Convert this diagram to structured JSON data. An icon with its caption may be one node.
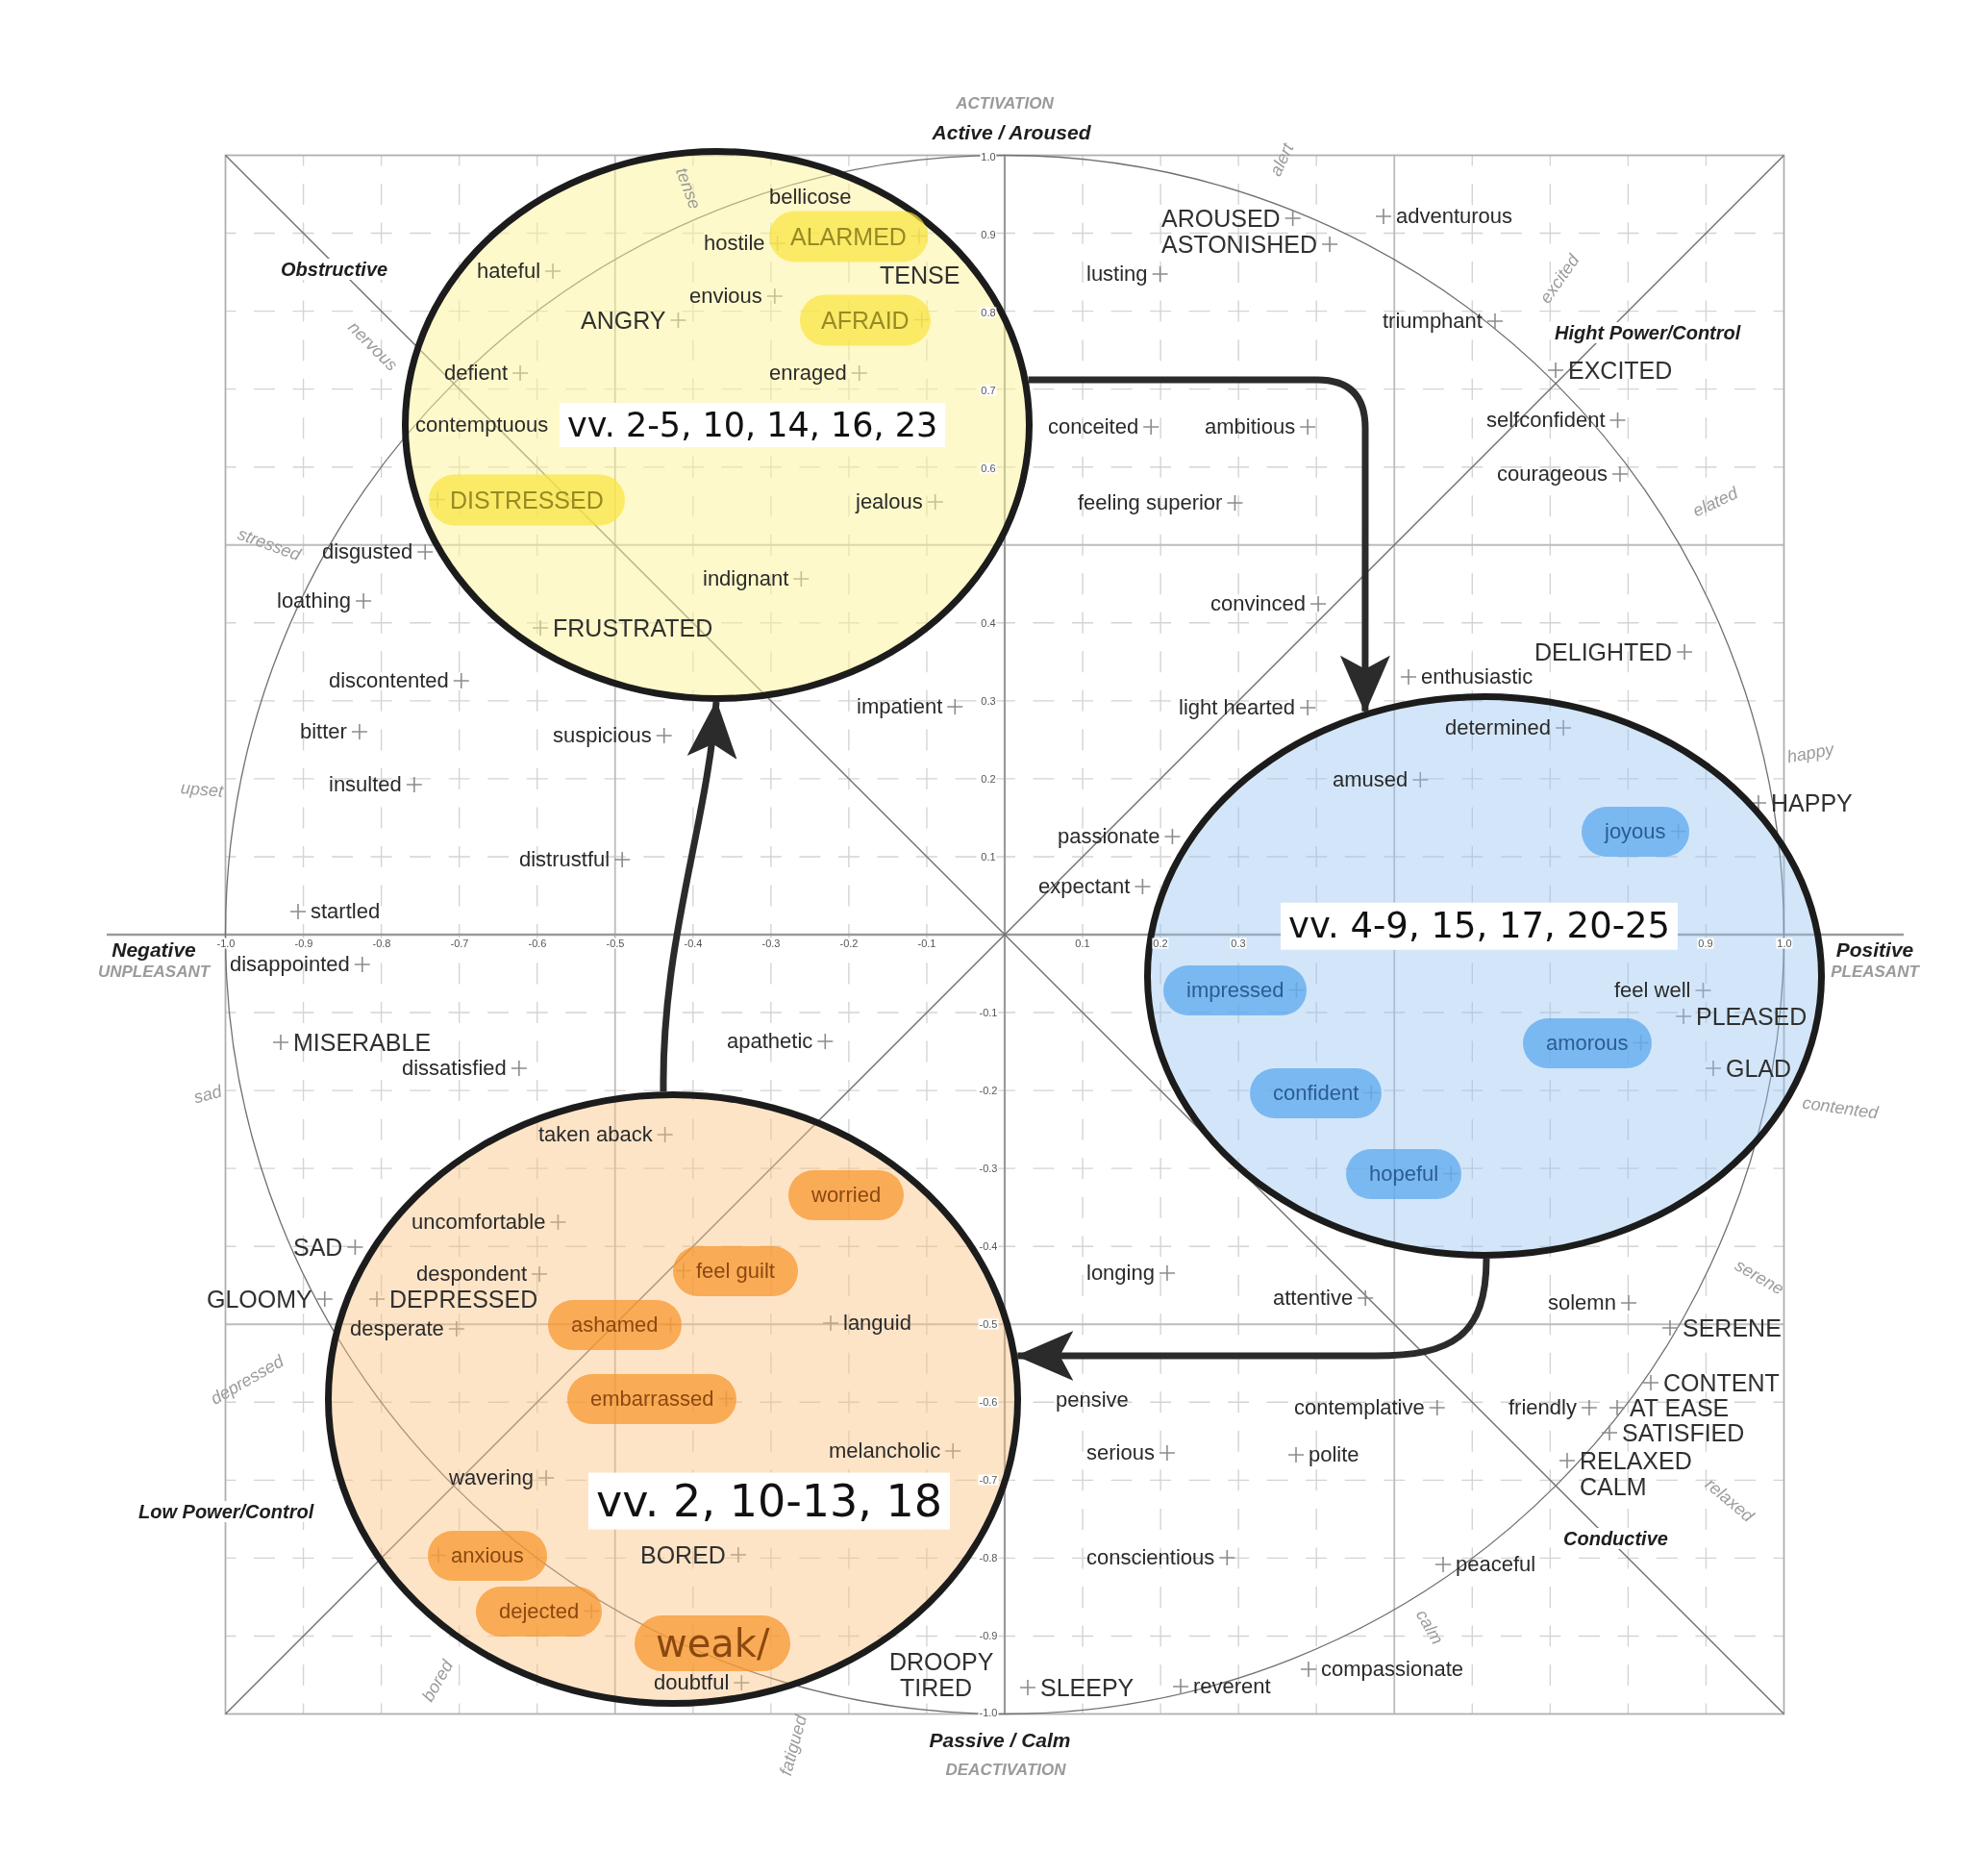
{
  "diagram": {
    "nodes": [
      {
        "text": [
          "vv. 2-5, 10, 14, 16, 23"
        ]
      },
      {
        "text": [
          "ALARMED"
        ],
        "in": 0
      },
      {
        "text": [
          "AFRAID"
        ],
        "in": 0
      },
      {
        "text": [
          "DISTRESSED"
        ],
        "in": 0
      },
      {
        "text": [
          "vv. 4-9, 15, 17, 20-25"
        ]
      },
      {
        "text": [
          "joyous"
        ],
        "in": 4
      },
      {
        "text": [
          "impressed"
        ],
        "in": 4
      },
      {
        "text": [
          "amorous"
        ],
        "in": 4
      },
      {
        "text": [
          "confident"
        ],
        "in": 4
      },
      {
        "text": [
          "hopeful"
        ],
        "in": 4
      },
      {
        "text": [
          "vv. 2, 10-13, 18"
        ]
      },
      {
        "text": [
          "worried"
        ],
        "in": 10
      },
      {
        "text": [
          "feel guilt"
        ],
        "in": 10
      },
      {
        "text": [
          "ashamed"
        ],
        "in": 10
      },
      {
        "text": [
          "embarrassed"
        ],
        "in": 10
      },
      {
        "text": [
          "anxious"
        ],
        "in": 10
      },
      {
        "text": [
          "dejected"
        ],
        "in": 10
      },
      {
        "text": [
          "weak/"
        ],
        "in": 10
      }
    ],
    "edges": [
      {
        "from": 0,
        "to": 4,
        "arrow": "to"
      },
      {
        "from": 4,
        "to": 10,
        "arrow": "to"
      },
      {
        "from": 10,
        "to": 0,
        "arrow": "to"
      }
    ],
    "labels": [
      "ACTIVATION",
      "Active / Aroused",
      "tense",
      "1.0",
      "alert",
      "bellicose",
      "AROUSED",
      "adventurous",
      "hostile",
      "0.9",
      "ASTONISHED",
      "Obstructive",
      "hateful",
      "TENSE",
      "lusting",
      "envious",
      "excited",
      "nervous",
      "ANGRY",
      "0.8",
      "triumphant",
      "Hight Power/Control",
      "defient",
      "enraged",
      "EXCITED",
      "0.7",
      "contemptuous",
      "conceited",
      "ambitious",
      "selfconfident",
      "0.6",
      "courageous",
      "jealous",
      "feeling superior",
      "elated",
      "stressed",
      "disgusted",
      "indignant",
      "loathing",
      "convinced",
      "FRUSTRATED",
      "0.4",
      "DELIGHTED",
      "discontented",
      "enthusiastic",
      "impatient",
      "0.3",
      "light hearted",
      "bitter",
      "suspicious",
      "determined",
      "happy",
      "upset",
      "insulted",
      "0.2",
      "amused",
      "HAPPY",
      "passionate",
      "distrustful",
      "0.1",
      "expectant",
      "startled",
      "Negative",
      "-1.0",
      "-0.9",
      "-0.8",
      "-0.7",
      "-0.6",
      "-0.5",
      "-0.4",
      "-0.3",
      "-0.2",
      "-0.1",
      "0.1",
      "0.2",
      "0.3",
      "0.9",
      "1.0",
      "Positive",
      "UNPLEASANT",
      "disappointed",
      "PLEASANT",
      "feel well",
      "-0.1",
      "PLEASED",
      "MISERABLE",
      "apathetic",
      "dissatisfied",
      "GLAD",
      "sad",
      "-0.2",
      "contented",
      "taken aback",
      "-0.3",
      "uncomfortable",
      "SAD",
      "-0.4",
      "despondent",
      "longing",
      "GLOOMY",
      "DEPRESSED",
      "attentive",
      "solemn",
      "serene",
      "desperate",
      "languid",
      "-0.5",
      "SERENE",
      "depressed",
      "CONTENT",
      "-0.6",
      "pensive",
      "contemplative",
      "friendly",
      "AT EASE",
      "melancholic",
      "serious",
      "polite",
      "SATISFIED",
      "wavering",
      "-0.7",
      "RELAXED",
      "CALM",
      "Low Power/Control",
      "relaxed",
      "BORED",
      "-0.8",
      "conscientious",
      "Conductive",
      "peaceful",
      "-0.9",
      "calm",
      "bored",
      "doubtful",
      "DROOPY",
      "TIRED",
      "SLEEPY",
      "reverent",
      "compassionate",
      "fatigued",
      "-1.0",
      "Passive / Calm",
      "DEACTIVATION"
    ]
  }
}
